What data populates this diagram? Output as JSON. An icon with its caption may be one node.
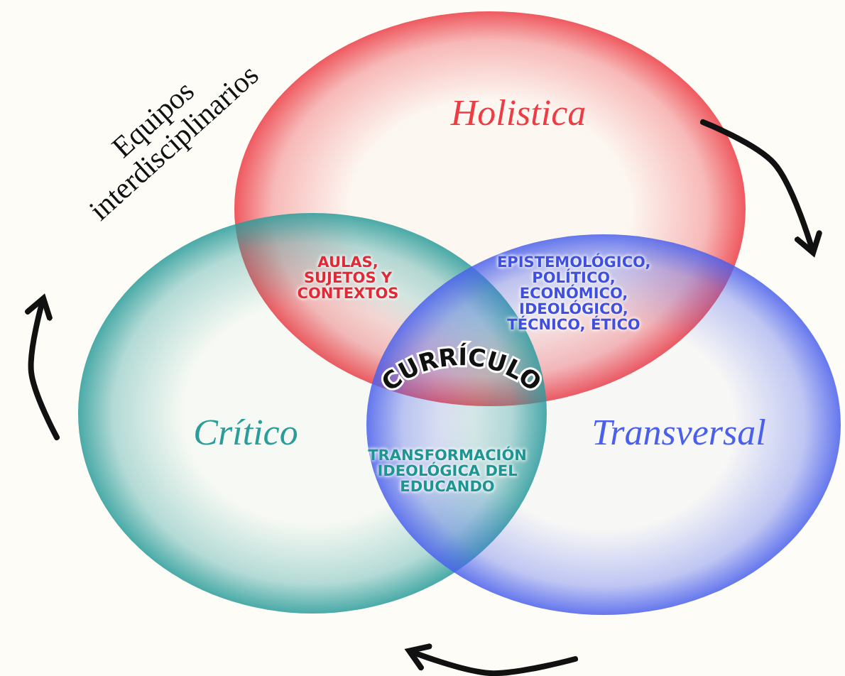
{
  "diagram": {
    "nodes": [
      {
        "text": [
          "Holistica"
        ]
      },
      {
        "text": [
          "Crítico"
        ]
      },
      {
        "text": [
          "Transversal"
        ]
      }
    ],
    "labels": [
      "Equipos interdisciplinarios",
      "AULAS, SUJETOS Y CONTEXTOS",
      "EPISTEMOLÓGICO, POLÍTICO, ECONÓMICO, IDEOLÓGICO, TÉCNICO, ÉTICO",
      "CURRÍCULO",
      "TRANSFORMACIÓN IDEOLÓGICA DEL EDUCANDO"
    ]
  }
}
